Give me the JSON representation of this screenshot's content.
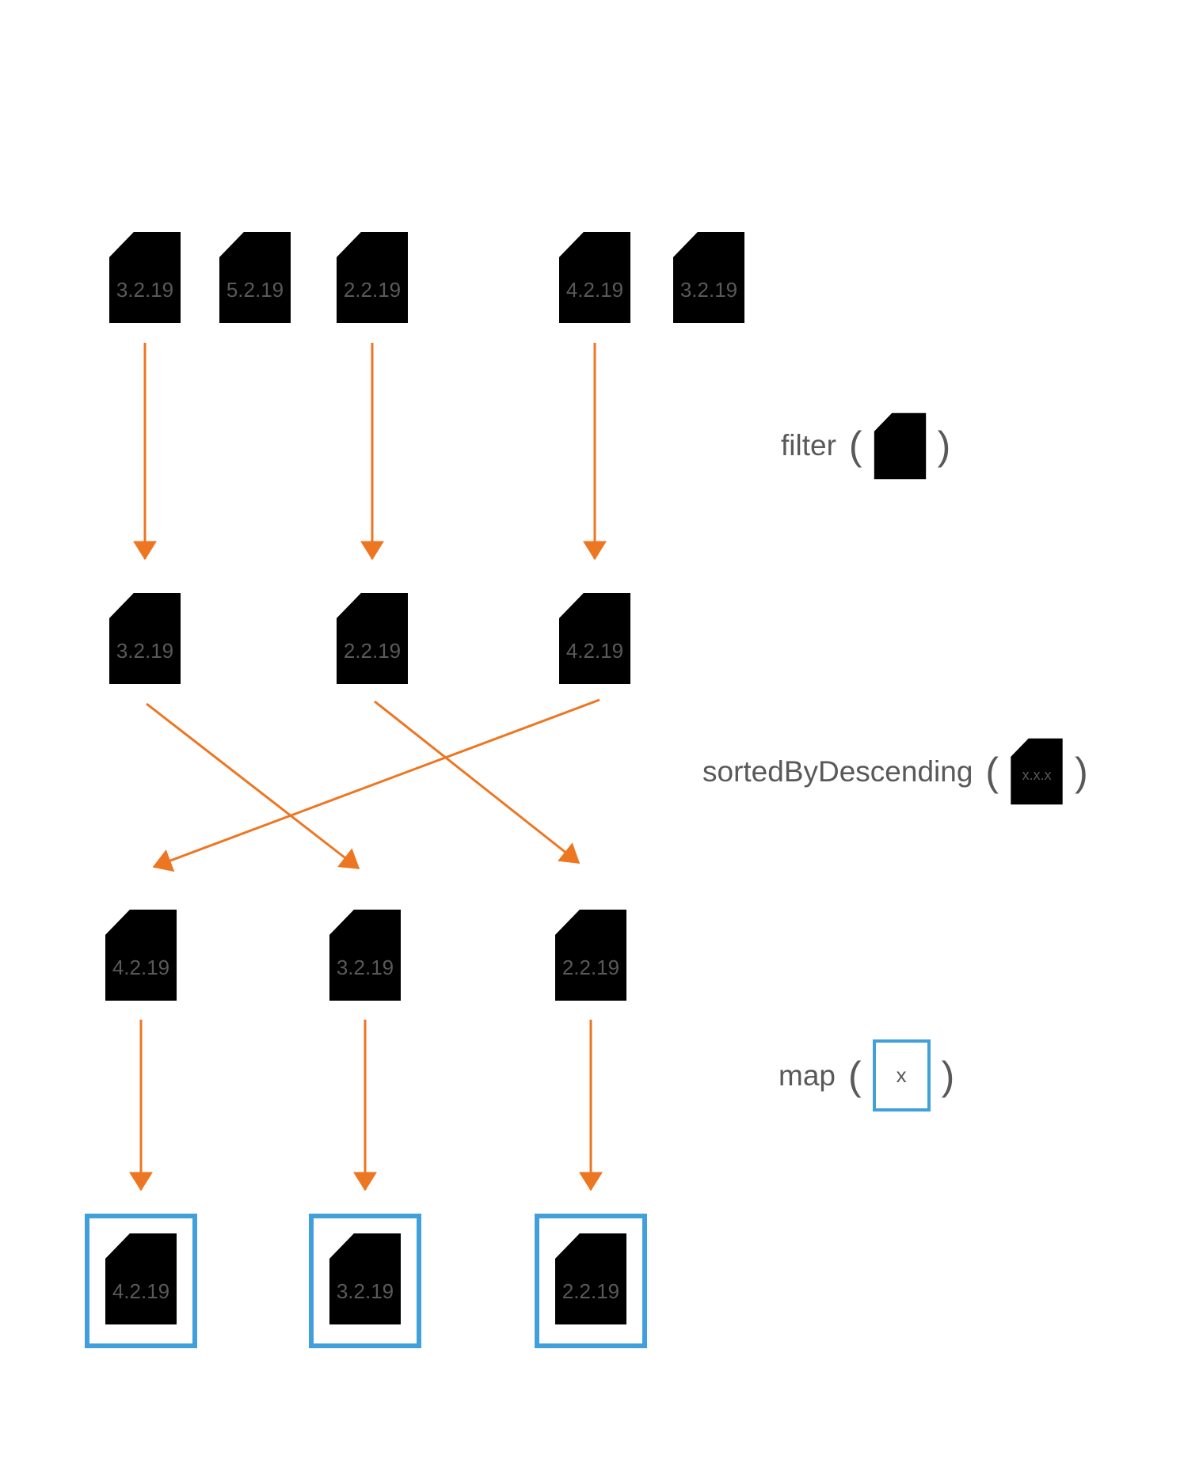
{
  "colors": {
    "accent-orange": "#ED7622",
    "accent-blue": "#41A0DC",
    "doc-outline": "#6E6E6E",
    "label-text": "#595959"
  },
  "pipeline": {
    "input_row": {
      "items": [
        {
          "label": "3.2.19",
          "filtered_out": false
        },
        {
          "label": "5.2.19",
          "filtered_out": true
        },
        {
          "label": "2.2.19",
          "filtered_out": false
        },
        {
          "label": "4.2.19",
          "filtered_out": false
        },
        {
          "label": "3.2.19",
          "filtered_out": true
        }
      ]
    },
    "filtered_row": {
      "items": [
        {
          "label": "3.2.19"
        },
        {
          "label": "2.2.19"
        },
        {
          "label": "4.2.19"
        }
      ]
    },
    "sorted_row": {
      "items": [
        {
          "label": "4.2.19"
        },
        {
          "label": "3.2.19"
        },
        {
          "label": "2.2.19"
        }
      ]
    },
    "result_row": {
      "items": [
        {
          "label": "4.2.19"
        },
        {
          "label": "3.2.19"
        },
        {
          "label": "2.2.19"
        }
      ]
    }
  },
  "operations": {
    "filter": {
      "label": "filter",
      "paren_open": "(",
      "paren_close": ")"
    },
    "sorted_by_descending": {
      "label": "sortedByDescending",
      "paren_open": "(",
      "paren_close": ")",
      "argument": "x.x.x"
    },
    "map": {
      "label": "map",
      "paren_open": "(",
      "paren_close": ")",
      "argument": "x"
    }
  }
}
